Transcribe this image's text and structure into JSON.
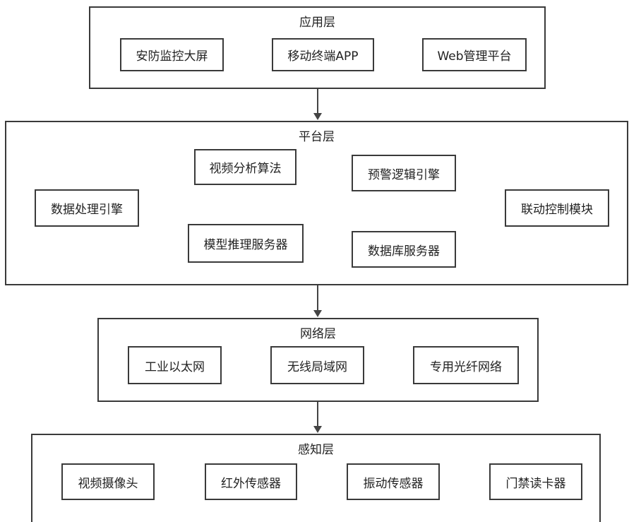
{
  "layers": {
    "application": {
      "title": "应用层",
      "items": [
        "安防监控大屏",
        "移动终端APP",
        "Web管理平台"
      ]
    },
    "platform": {
      "title": "平台层",
      "items": [
        "视频分析算法",
        "预警逻辑引擎",
        "数据处理引擎",
        "联动控制模块",
        "模型推理服务器",
        "数据库服务器"
      ]
    },
    "network": {
      "title": "网络层",
      "items": [
        "工业以太网",
        "无线局域网",
        "专用光纤网络"
      ]
    },
    "perception": {
      "title": "感知层",
      "items": [
        "视频摄像头",
        "红外传感器",
        "振动传感器",
        "门禁读卡器"
      ]
    }
  }
}
